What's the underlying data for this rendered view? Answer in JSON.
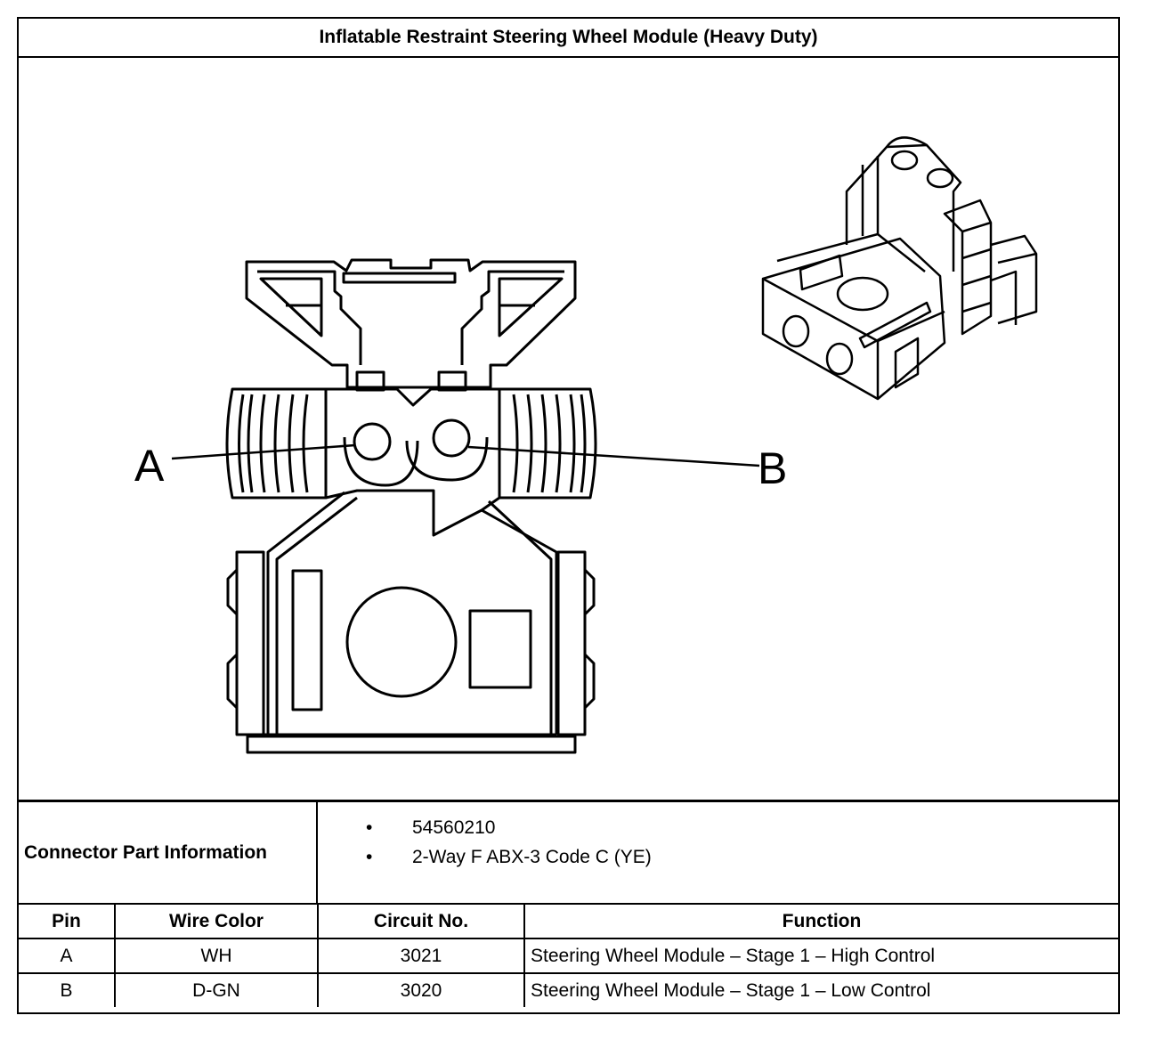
{
  "title": "Inflatable Restraint Steering Wheel Module (Heavy Duty)",
  "diagram": {
    "pin_labels": [
      "A",
      "B"
    ]
  },
  "connector_info": {
    "label": "Connector Part Information",
    "bullet_glyph": "•",
    "items": [
      "54560210",
      "2-Way F ABX-3 Code C (YE)"
    ]
  },
  "pin_table": {
    "headers": [
      "Pin",
      "Wire Color",
      "Circuit No.",
      "Function"
    ],
    "rows": [
      {
        "pin": "A",
        "wire_color": "WH",
        "circuit": "3021",
        "function": "Steering Wheel Module – Stage 1 – High Control"
      },
      {
        "pin": "B",
        "wire_color": "D-GN",
        "circuit": "3020",
        "function": "Steering Wheel Module – Stage 1 – Low Control"
      }
    ]
  }
}
